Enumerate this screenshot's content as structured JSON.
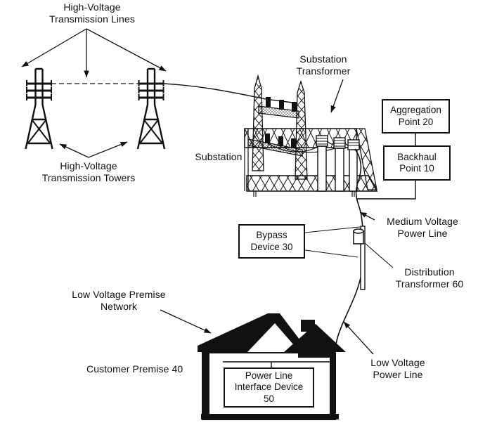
{
  "figure": {
    "labels": {
      "hv_lines": "High-Voltage\nTransmission Lines",
      "hv_towers": "High-Voltage\nTransmission Towers",
      "substation": "Substation",
      "substation_transformer": "Substation\nTransformer",
      "medium_voltage_line": "Medium Voltage\nPower Line",
      "distribution_transformer": "Distribution\nTransformer 60",
      "low_voltage_premise_network": "Low Voltage Premise\nNetwork",
      "customer_premise": "Customer Premise 40",
      "low_voltage_line": "Low Voltage\nPower Line"
    },
    "boxes": {
      "aggregation_point": "Aggregation\nPoint 20",
      "backhaul_point": "Backhaul\nPoint 10",
      "bypass_device": "Bypass\nDevice 30",
      "power_line_interface_device": "Power Line\nInterface Device\n50"
    },
    "colors": {
      "ink": "#111111",
      "paper": "#ffffff"
    }
  }
}
